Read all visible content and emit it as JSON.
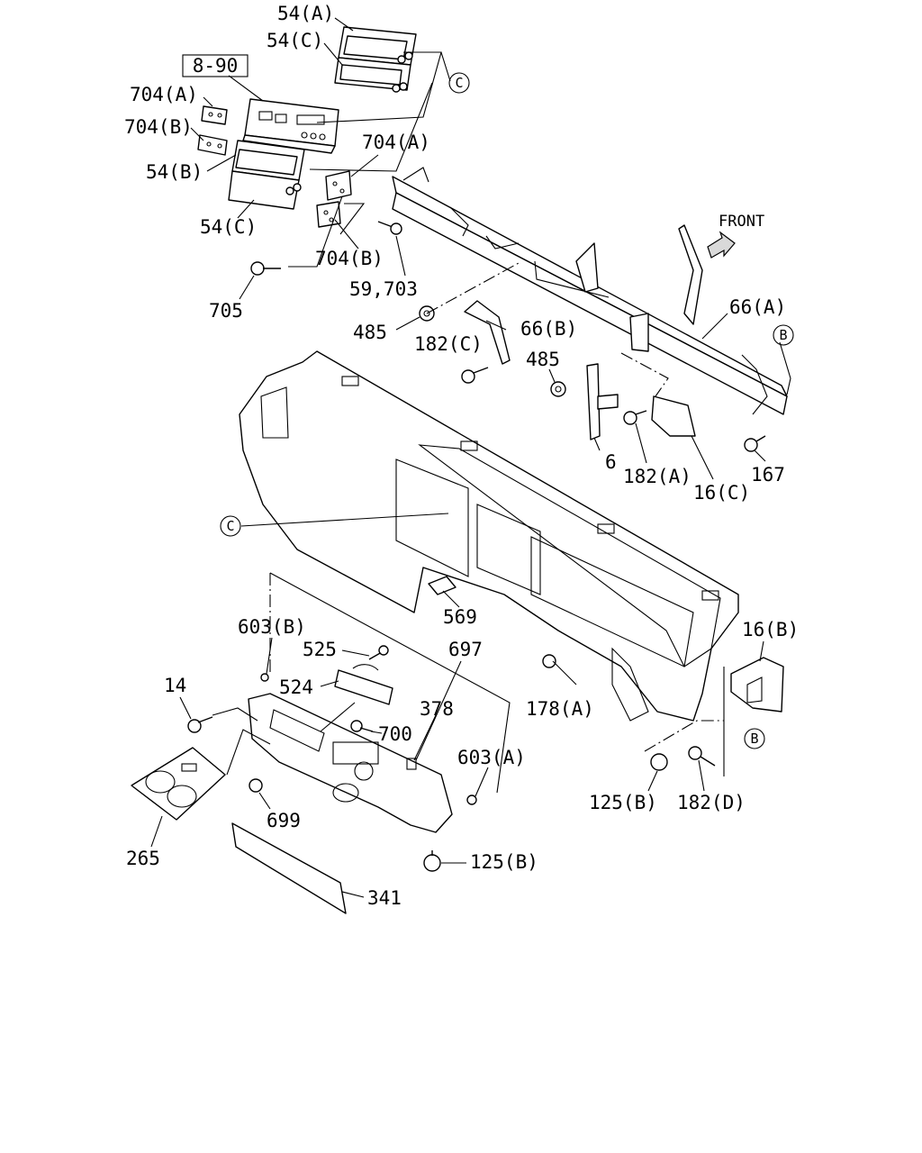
{
  "diagram": {
    "labels": {
      "p54a": "54(A)",
      "p54c_top": "54(C)",
      "ref_8_90": "8-90",
      "p704a_left": "704(A)",
      "p704b_left": "704(B)",
      "p54b": "54(B)",
      "p54c_lower": "54(C)",
      "p704a_right": "704(A)",
      "p704b_right": "704(B)",
      "p59_703": "59,703",
      "p705": "705",
      "front": "FRONT",
      "p66a": "66(A)",
      "p66b": "66(B)",
      "p485_left": "485",
      "p182c": "182(C)",
      "p485_right": "485",
      "p6": "6",
      "p182a": "182(A)",
      "p16c": "16(C)",
      "p167": "167",
      "p569": "569",
      "p603b": "603(B)",
      "p525": "525",
      "p697": "697",
      "p524": "524",
      "p14": "14",
      "p378": "378",
      "p700": "700",
      "p178a": "178(A)",
      "p603a": "603(A)",
      "p699": "699",
      "p265": "265",
      "p125b_bottom": "125(B)",
      "p341": "341",
      "p16b": "16(B)",
      "p125b_right": "125(B)",
      "p182d": "182(D)",
      "callout_c_top": "C",
      "callout_c_mid": "C",
      "callout_b_top": "B",
      "callout_b_bottom": "B"
    }
  }
}
